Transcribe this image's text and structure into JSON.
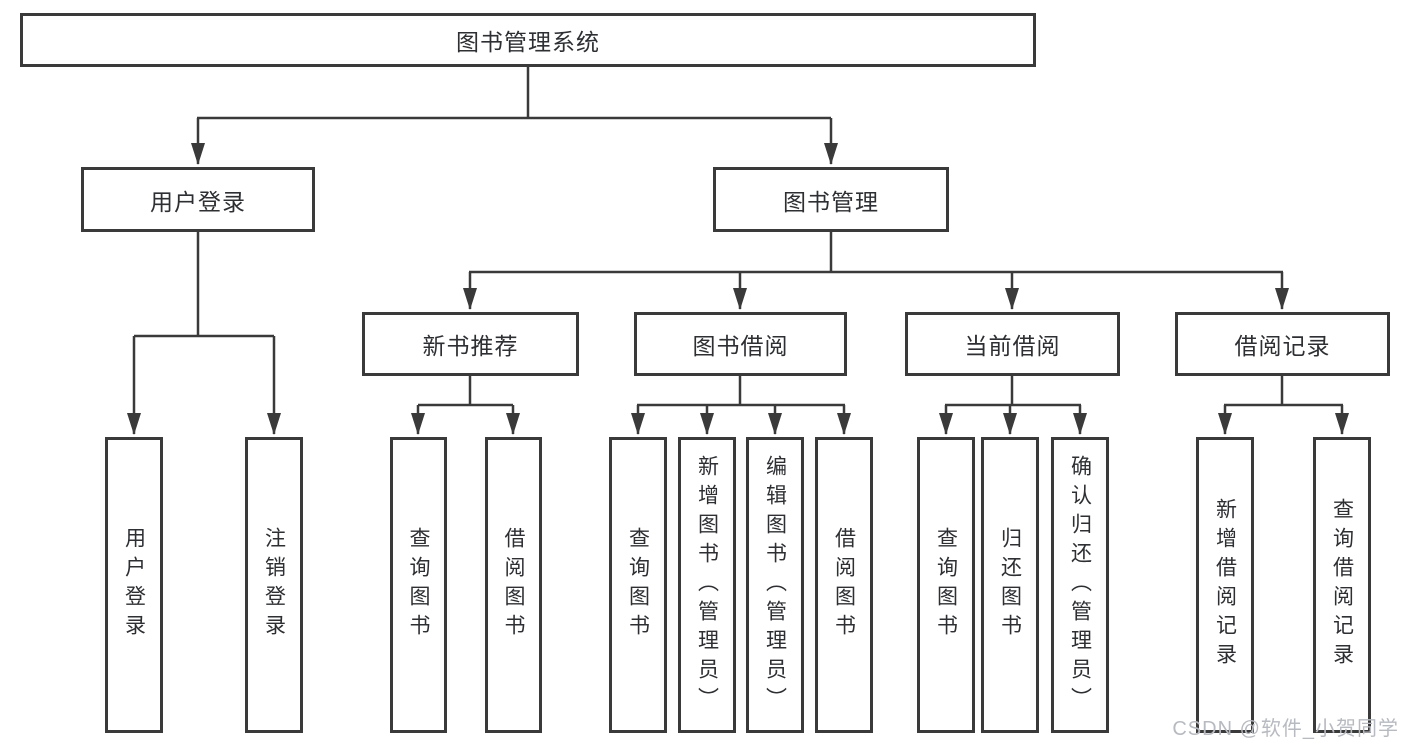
{
  "diagram_title": "图书管理系统",
  "nodes": {
    "root": "图书管理系统",
    "level2": [
      "用户登录",
      "图书管理"
    ],
    "level3": [
      "新书推荐",
      "图书借阅",
      "当前借阅",
      "借阅记录"
    ],
    "leaves": {
      "user": [
        "用户登录",
        "注销登录"
      ],
      "recommend": [
        "查询图书",
        "借阅图书"
      ],
      "borrow": [
        "查询图书",
        "新增图书（管理员）",
        "编辑图书（管理员）",
        "借阅图书"
      ],
      "current": [
        "查询图书",
        "归还图书",
        "确认归还（管理员）"
      ],
      "records": [
        "新增借阅记录",
        "查询借阅记录"
      ]
    }
  },
  "watermark": "CSDN @软件_小贺同学",
  "colors": {
    "line": "#3a3a3a",
    "box_border": "#3a3a3a",
    "text": "#2d2f33",
    "watermark": "#b7bac0",
    "background": "#ffffff"
  }
}
